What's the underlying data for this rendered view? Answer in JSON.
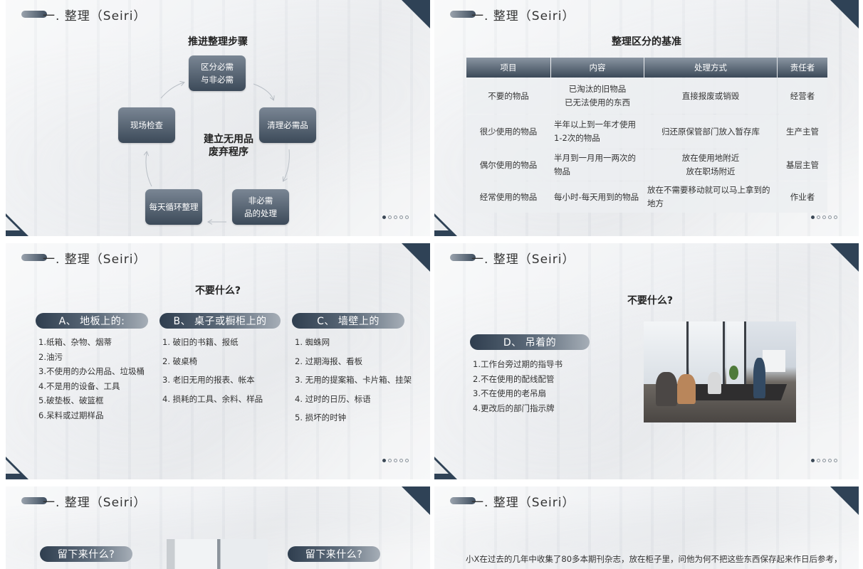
{
  "section_title": "一. 整理（Seiri）",
  "pagination": [
    "1",
    "2",
    "3",
    "4",
    "5"
  ],
  "slide1": {
    "heading": "推进整理步骤",
    "steps": {
      "distinguish": "区分必需\n与非必需",
      "clean": "清理必需品",
      "handle": "非必需\n品的处理",
      "daily": "每天循环整理",
      "inspect": "现场检查"
    },
    "center": "建立无用品\n废弃程序"
  },
  "slide2": {
    "heading": "整理区分的基准",
    "columns": [
      "项目",
      "内容",
      "处理方式",
      "责任者"
    ],
    "rows": [
      [
        "不要的物品",
        "已淘汰的旧物品\n已无法使用的东西",
        "直接报废或销毁",
        "经营者"
      ],
      [
        "很少使用的物品",
        "半年以上到一年才使用\n1-2次的物品",
        "归还原保管部门放入暂存库",
        "生产主管"
      ],
      [
        "偶尔使用的物品",
        "半月到一月用一两次的\n物品",
        "放在使用地附近\n放在职场附近",
        "基层主管"
      ],
      [
        "经常使用的物品",
        "每小时-每天用到的物品",
        "放在不需要移动就可以马上拿到的\n地方",
        "作业者"
      ]
    ]
  },
  "slide3": {
    "heading": "不要什么?",
    "groups": [
      {
        "label": "A、  地板上的:",
        "items": [
          "1.纸箱、杂物、烟蒂",
          "2.油污",
          "3.不使用的办公用品、垃圾桶",
          "4.不是用的设备、工具",
          "5.破垫板、破篮框",
          "6.呆料或过期样品"
        ]
      },
      {
        "label": "B、  桌子或橱柜上的",
        "items": [
          "1. 破旧的书籍、报纸",
          "2. 破桌椅",
          "3. 老旧无用的报表、帐本",
          "4. 损耗的工具、余料、样品"
        ]
      },
      {
        "label": "C、  墙壁上的",
        "items": [
          "1. 蜘蛛网",
          "2. 过期海报、看板",
          "3. 无用的提案箱、卡片箱、挂架",
          "4. 过时的日历、标语",
          "5. 损坏的时钟"
        ]
      }
    ]
  },
  "slide4": {
    "heading": "不要什么?",
    "group": {
      "label": "D、  吊着的",
      "items": [
        "1.工作台旁过期的指导书",
        "2.不在使用的配线配管",
        "3.不在使用的老吊扇",
        "4.更改后的部门指示牌"
      ]
    }
  },
  "slide5": {
    "pill_left": "留下来什么?",
    "pill_right": "留下来什么?"
  },
  "slide6": {
    "paragraph": "小X在过去的几年中收集了80多本期刊杂志，放在柜子里，问他为何不把这些东西保存起来作日后参考，"
  }
}
